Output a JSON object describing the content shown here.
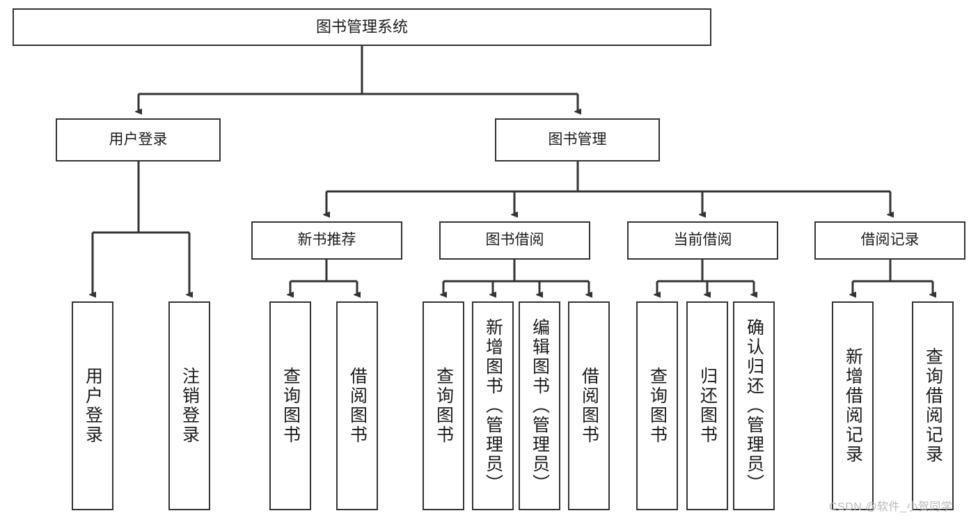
{
  "diagram": {
    "title": "图书管理系统",
    "type": "hierarchy-tree",
    "root": {
      "id": "root",
      "label": "图书管理系统"
    },
    "level2": [
      {
        "id": "user-login",
        "label": "用户登录"
      },
      {
        "id": "book-management",
        "label": "图书管理"
      }
    ],
    "level3": [
      {
        "id": "new-book-recommend",
        "label": "新书推荐",
        "parent": "book-management"
      },
      {
        "id": "book-borrow",
        "label": "图书借阅",
        "parent": "book-management"
      },
      {
        "id": "current-borrow",
        "label": "当前借阅",
        "parent": "book-management"
      },
      {
        "id": "borrow-record",
        "label": "借阅记录",
        "parent": "book-management"
      }
    ],
    "leaves": [
      {
        "id": "leaf-user-login",
        "label": "用户登录",
        "parent": "user-login"
      },
      {
        "id": "leaf-logout-login",
        "label": "注销登录",
        "parent": "user-login"
      },
      {
        "id": "leaf-query-book-1",
        "label": "查询图书",
        "parent": "new-book-recommend"
      },
      {
        "id": "leaf-borrow-book-1",
        "label": "借阅图书",
        "parent": "new-book-recommend"
      },
      {
        "id": "leaf-query-book-2",
        "label": "查询图书",
        "parent": "book-borrow"
      },
      {
        "id": "leaf-add-book",
        "label": "新增图书（管理员）",
        "parent": "book-borrow"
      },
      {
        "id": "leaf-edit-book",
        "label": "编辑图书（管理员）",
        "parent": "book-borrow"
      },
      {
        "id": "leaf-borrow-book-2",
        "label": "借阅图书",
        "parent": "book-borrow"
      },
      {
        "id": "leaf-query-book-3",
        "label": "查询图书",
        "parent": "current-borrow"
      },
      {
        "id": "leaf-return-book",
        "label": "归还图书",
        "parent": "current-borrow"
      },
      {
        "id": "leaf-confirm-return",
        "label": "确认归还（管理员）",
        "parent": "current-borrow"
      },
      {
        "id": "leaf-add-record",
        "label": "新增借阅记录",
        "parent": "borrow-record"
      },
      {
        "id": "leaf-query-record",
        "label": "查询借阅记录",
        "parent": "borrow-record"
      }
    ]
  },
  "watermark": {
    "text": "CSDN @软件_小贺同学"
  },
  "colors": {
    "box_border": "#333333",
    "box_fill": "#ffffff",
    "edge": "#333333",
    "text": "#1a1a1a",
    "watermark": "#b9b9b9",
    "background": "#ffffff"
  }
}
